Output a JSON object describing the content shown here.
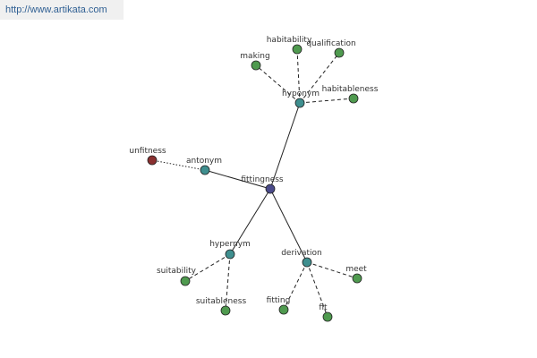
{
  "header": {
    "url": "http://www.artikata.com"
  },
  "colors": {
    "center": "#4a4a8a",
    "relation": "#3f8f8f",
    "word": "#4f9a4f",
    "antonym_word": "#8a3030",
    "edge": "#222222"
  },
  "nodes": {
    "center": "fittingness",
    "rel_hyponym": "hyponym",
    "rel_antonym": "antonym",
    "rel_hypernym": "hypernym",
    "rel_derivation": "derivation",
    "w_habitability": "habitability",
    "w_qualification": "qualification",
    "w_making": "making",
    "w_habitableness": "habitableness",
    "w_unfitness": "unfitness",
    "w_suitability": "suitability",
    "w_suitableness": "suitableness",
    "w_meet": "meet",
    "w_fitting": "fitting",
    "w_fit": "fit"
  }
}
